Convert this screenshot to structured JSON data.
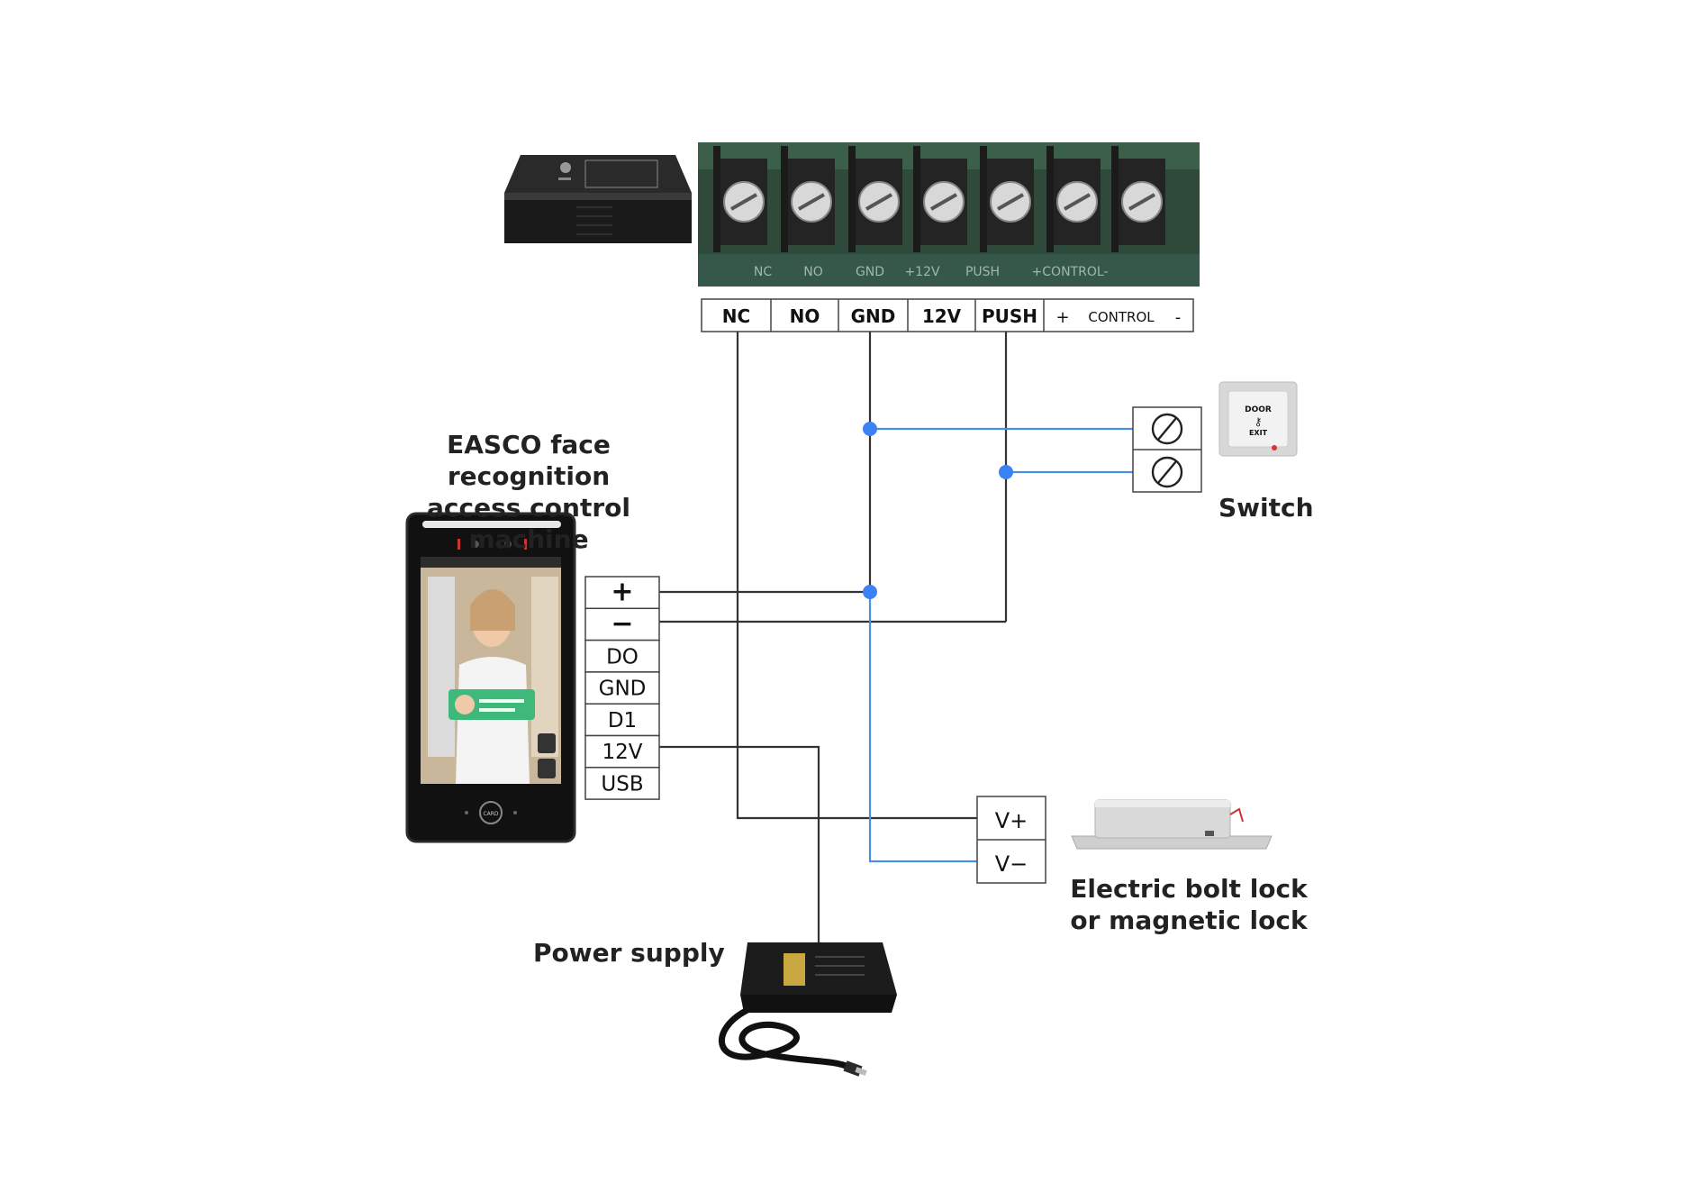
{
  "title": "",
  "controller": {
    "terminals": [
      "NC",
      "NO",
      "GND",
      "12V",
      "PUSH"
    ],
    "control_plus": "+",
    "control_label": "CONTROL",
    "control_minus": "-",
    "board_silkscreen": [
      "NC",
      "NO",
      "GND",
      "+12V",
      "PUSH",
      "+CONTROL-"
    ]
  },
  "device": {
    "label_line1": "EASCO face recognition",
    "label_line2": "access control machine",
    "terminals": [
      "+",
      "−",
      "DO",
      "GND",
      "D1",
      "12V",
      "USB"
    ],
    "card_label": "CARD"
  },
  "switch": {
    "label": "Switch",
    "button_text": [
      "DOOR",
      "EXIT"
    ]
  },
  "lock": {
    "terminals": [
      "V+",
      "V−"
    ],
    "label_line1": "Electric bolt lock",
    "label_line2": "or magnetic lock"
  },
  "power_supply": {
    "label": "Power supply"
  },
  "colors": {
    "wire_black": "#333333",
    "wire_blue": "#4a90e2",
    "node_blue": "#3b82f6"
  }
}
